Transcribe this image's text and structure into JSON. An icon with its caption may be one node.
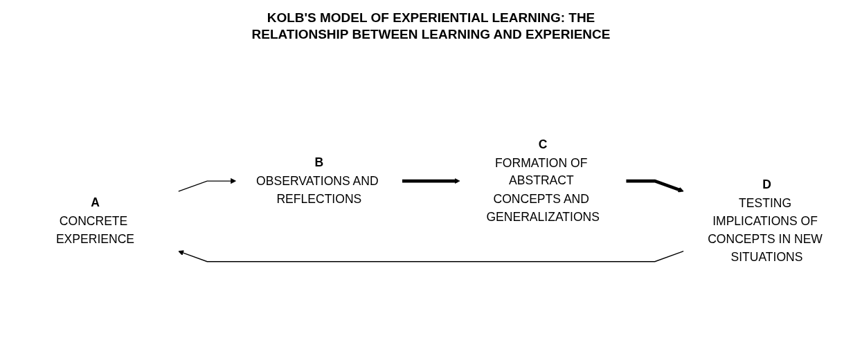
{
  "diagram": {
    "title": "KOLB'S MODEL OF EXPERIENTIAL LEARNING: THE RELATIONSHIP BETWEEN LEARNING AND EXPERIENCE",
    "nodes": [
      {
        "text": [
          "A",
          "CONCRETE EXPERIENCE"
        ]
      },
      {
        "text": [
          "B",
          "OBSERVATIONS AND REFLECTIONS"
        ]
      },
      {
        "text": [
          "C",
          "FORMATION OF ABSTRACT CONCEPTS AND GENERALIZATIONS"
        ]
      },
      {
        "text": [
          "D",
          "TESTING IMPLICATIONS OF CONCEPTS IN NEW SITUATIONS"
        ]
      }
    ],
    "edges": [
      {
        "from": 3,
        "to": 0,
        "arrow": "to"
      },
      {
        "from": 0,
        "to": 1,
        "arrow": "to"
      },
      {
        "from": 1,
        "to": 2,
        "arrow": "to",
        "style": "thick"
      },
      {
        "from": 2,
        "to": 3,
        "arrow": "to",
        "style": "thick"
      }
    ]
  }
}
